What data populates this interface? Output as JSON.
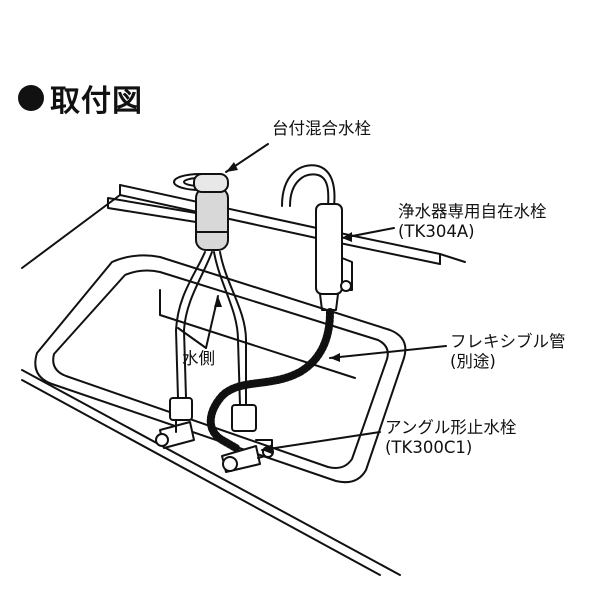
{
  "title": "取付図",
  "labels": {
    "deck_mixer": "台付混合水栓",
    "purifier_faucet": {
      "name": "浄水器専用自在水栓",
      "model": "(TK304A)"
    },
    "flexible_tube": {
      "name": "フレキシブル管",
      "note": "(別途)"
    },
    "water_side": "水側",
    "angle_valve": {
      "name": "アングル形止水栓",
      "model": "(TK300C1)"
    }
  },
  "colors": {
    "line": "#111111",
    "background": "#ffffff",
    "body_shade": "#d8d8d8"
  }
}
